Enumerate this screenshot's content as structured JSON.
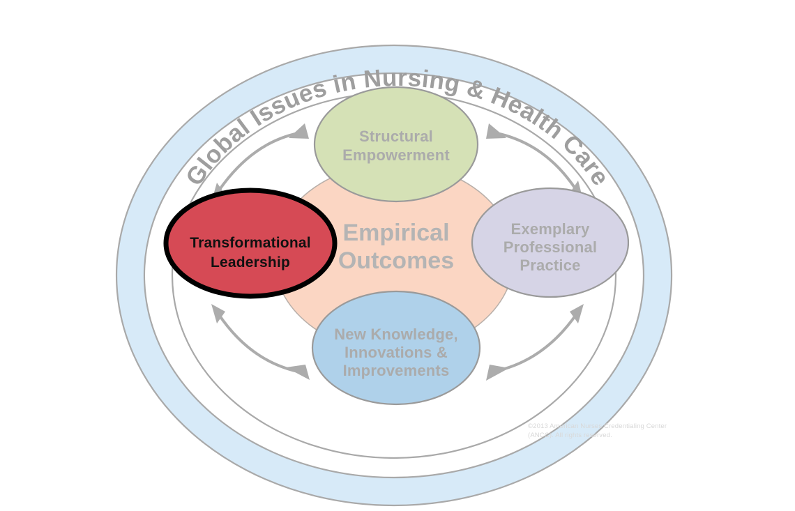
{
  "diagram": {
    "title": "Global Issues in Nursing & Health Care",
    "center": {
      "label": "Empirical Outcomes",
      "lines": [
        "Empirical",
        "Outcomes"
      ],
      "color": "#FBD6C3"
    },
    "components": [
      {
        "id": "structural-empowerment",
        "label": "Structural Empowerment",
        "lines": [
          "Structural",
          "Empowerment"
        ],
        "color": "#D5E1B6",
        "text_color": "#ABABAB",
        "highlighted": false,
        "position": "top"
      },
      {
        "id": "exemplary-professional-practice",
        "label": "Exemplary Professional Practice",
        "lines": [
          "Exemplary",
          "Professional",
          "Practice"
        ],
        "color": "#D6D4E6",
        "text_color": "#ABABAB",
        "highlighted": false,
        "position": "right"
      },
      {
        "id": "new-knowledge-innovations-improvements",
        "label": "New Knowledge, Innovations & Improvements",
        "lines": [
          "New Knowledge,",
          "Innovations &",
          "Improvements"
        ],
        "color": "#AFD1EA",
        "text_color": "#ABABAB",
        "highlighted": false,
        "position": "bottom"
      },
      {
        "id": "transformational-leadership",
        "label": "Transformational Leadership",
        "lines": [
          "Transformational",
          "Leadership"
        ],
        "color": "#D64A55",
        "text_color": "#111111",
        "highlighted": true,
        "position": "left"
      }
    ],
    "ring": {
      "band_color": "#D7EAF8",
      "border_color": "#A9A9A9",
      "title_color": "#9E9E9E"
    },
    "arrows": {
      "color": "#ACACAC",
      "count": 4,
      "style": "curved-double-headed"
    },
    "copyright": {
      "line1": "©2013 American Nurses Credentialing Center",
      "line2": "(ANCC). All rights reserved."
    }
  }
}
